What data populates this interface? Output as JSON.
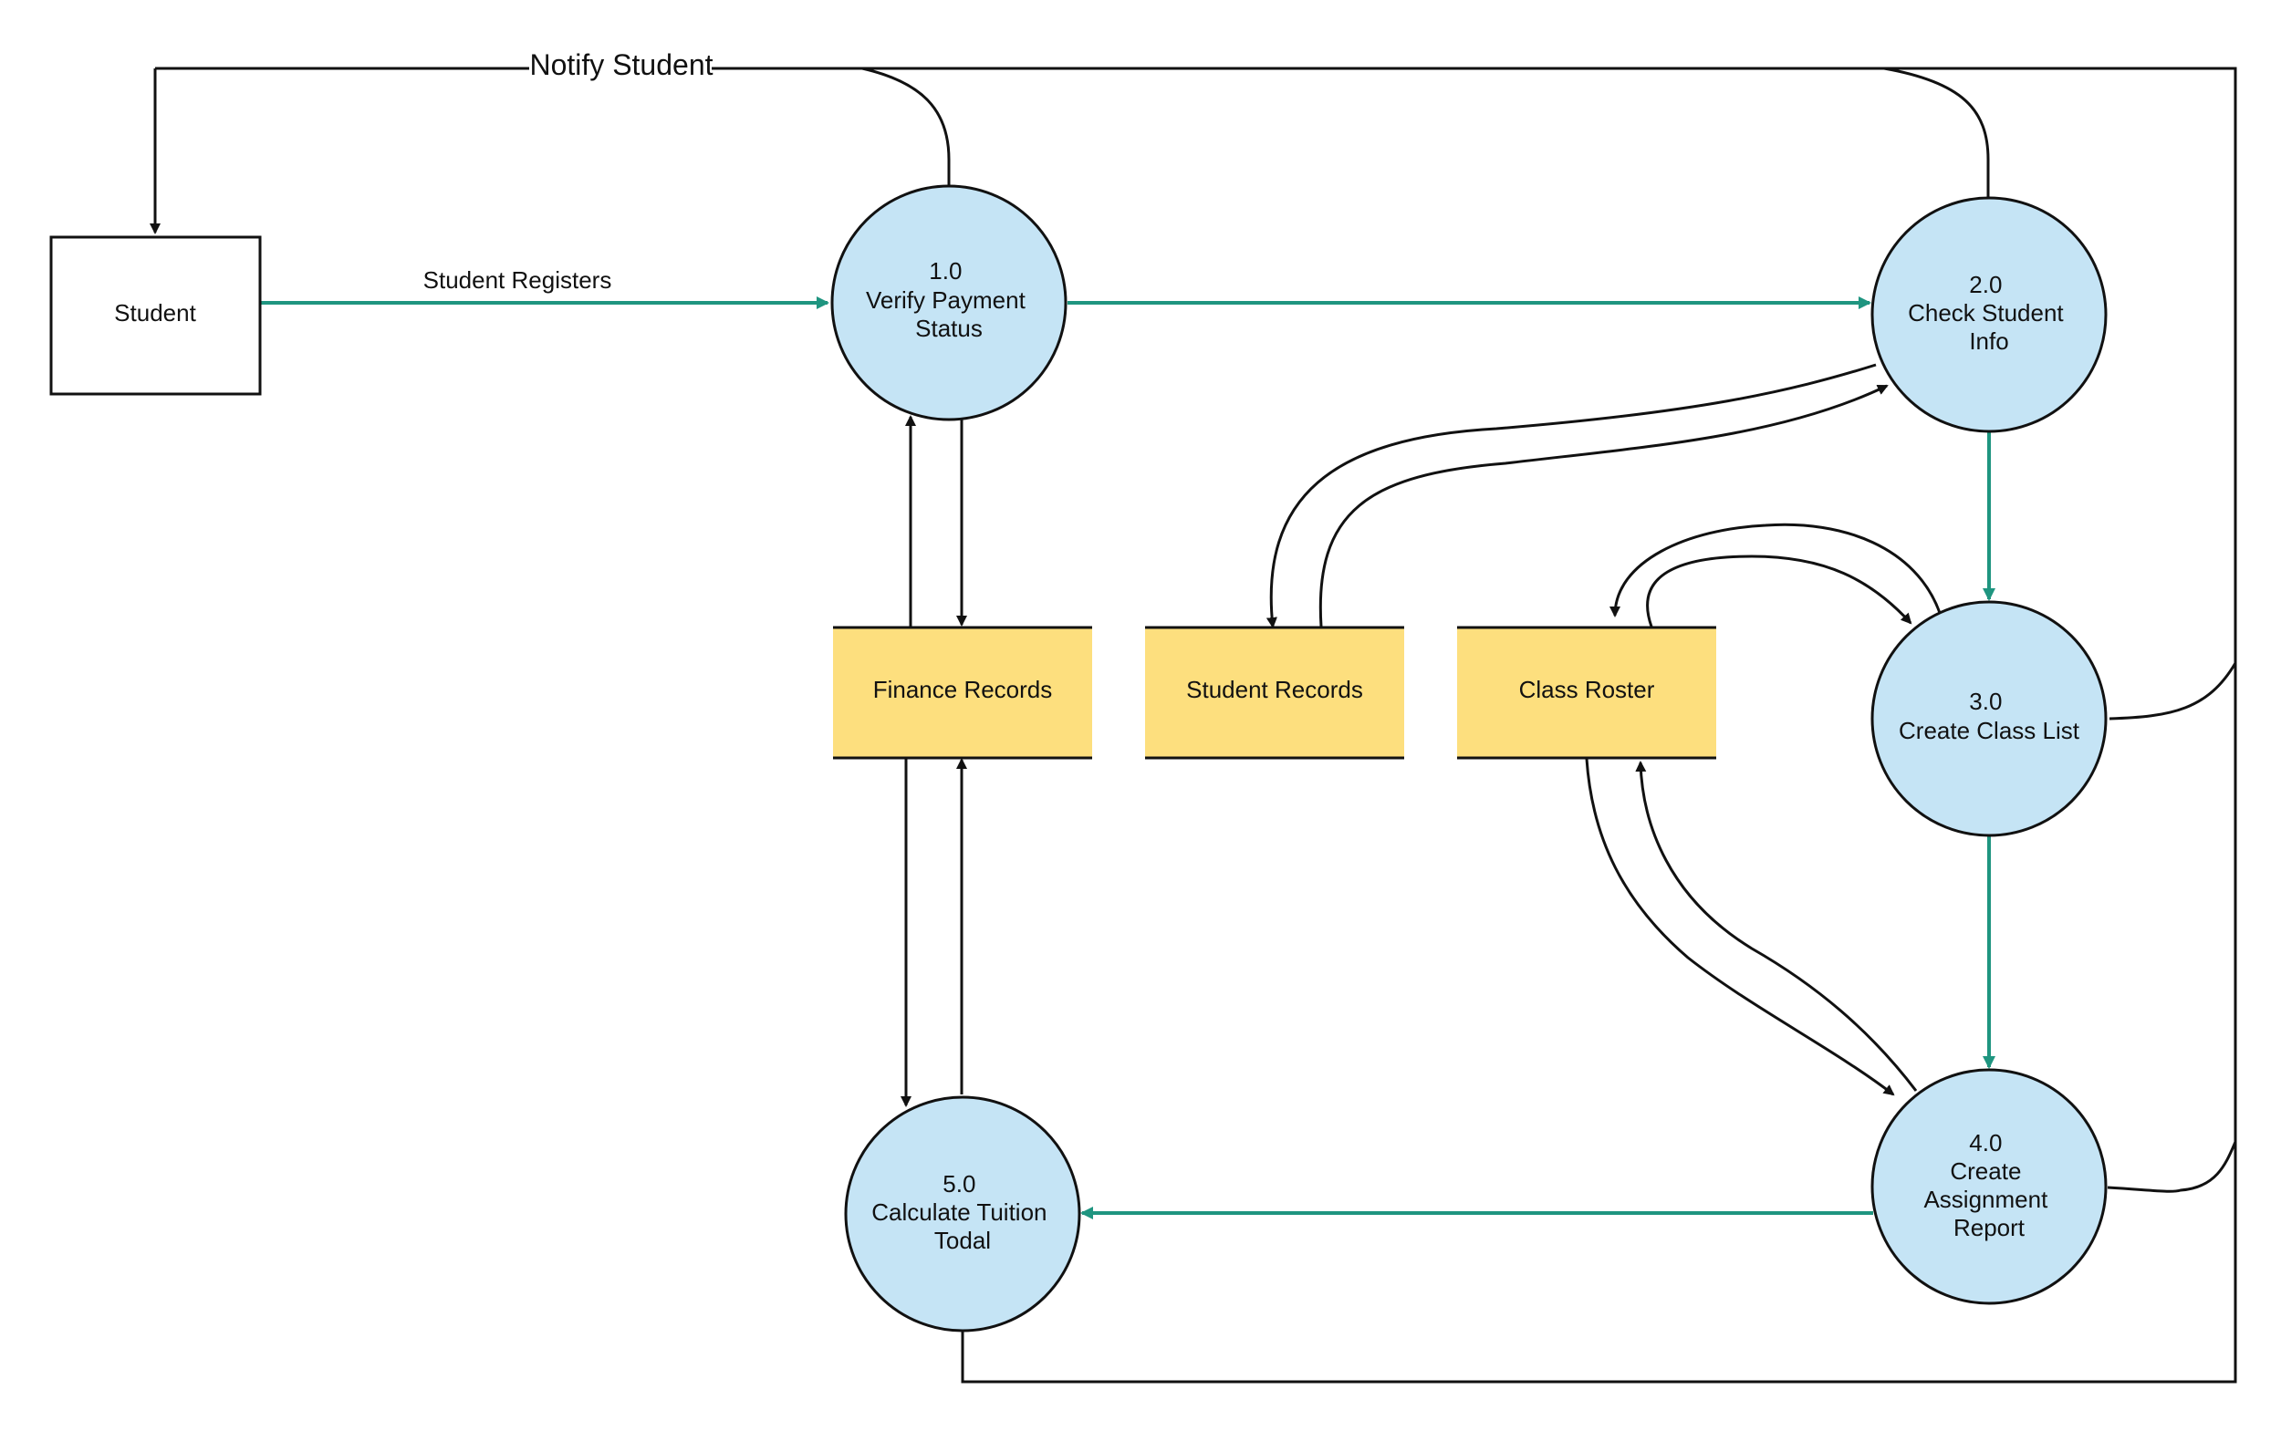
{
  "colors": {
    "process_fill": "#c5e4f5",
    "store_fill": "#fddf7e",
    "main_flow": "#1f9580",
    "line": "#111111"
  },
  "entities": [
    {
      "id": "student",
      "label": "Student"
    }
  ],
  "processes": [
    {
      "id": "p1",
      "number": "1.0",
      "lines": [
        "Verify Payment",
        "Status"
      ]
    },
    {
      "id": "p2",
      "number": "2.0",
      "lines": [
        "Check Student",
        "Info"
      ]
    },
    {
      "id": "p3",
      "number": "3.0",
      "lines": [
        "Create Class List"
      ]
    },
    {
      "id": "p4",
      "number": "4.0",
      "lines": [
        "Create",
        "Assignment",
        "Report"
      ]
    },
    {
      "id": "p5",
      "number": "5.0",
      "lines": [
        "Calculate Tuition",
        "Todal"
      ]
    }
  ],
  "stores": [
    {
      "id": "finance",
      "label": "Finance Records"
    },
    {
      "id": "records",
      "label": "Student Records"
    },
    {
      "id": "roster",
      "label": "Class Roster"
    }
  ],
  "flow_labels": {
    "student_registers": "Student Registers",
    "notify_student": "Notify Student"
  }
}
